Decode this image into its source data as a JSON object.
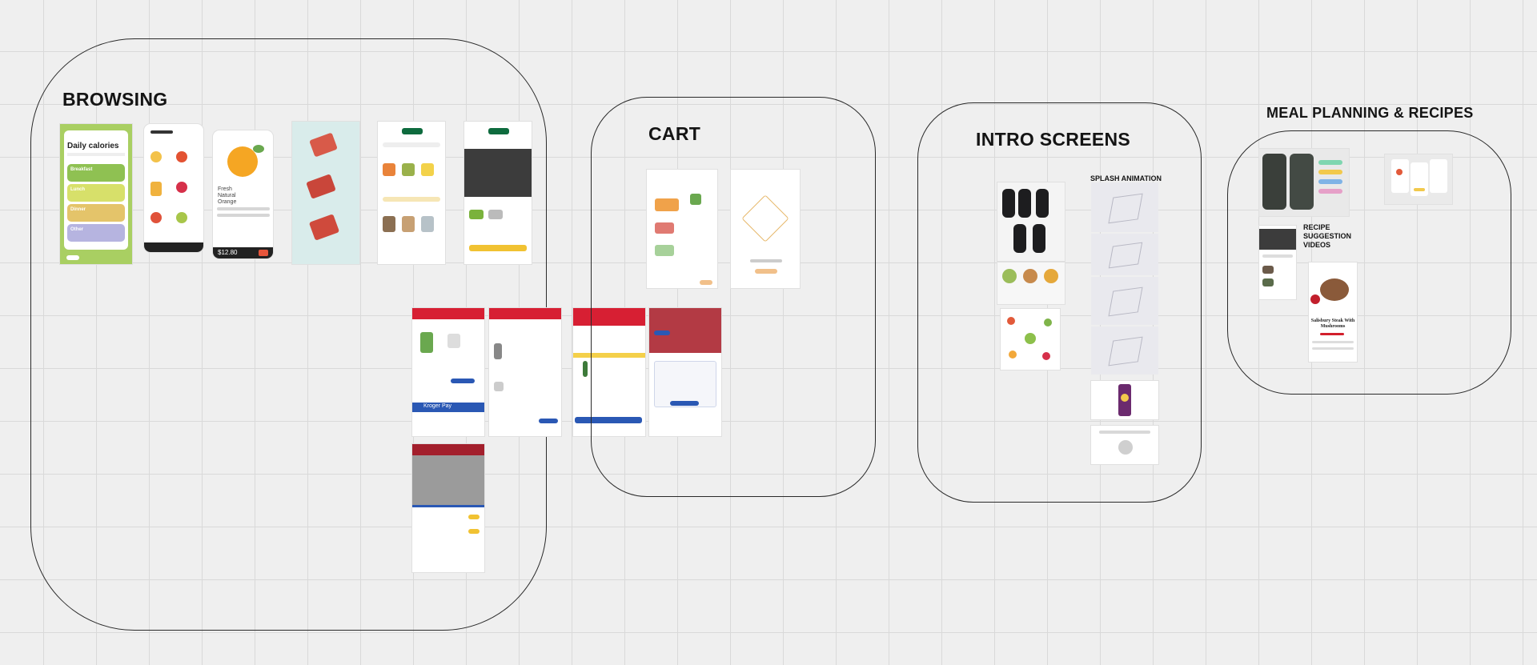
{
  "board": {
    "groups": {
      "browsing": {
        "title": "BROWSING"
      },
      "cart": {
        "title": "CART"
      },
      "intro": {
        "title": "INTRO SCREENS",
        "splash_label": "SPLASH ANIMATION"
      },
      "meal": {
        "title": "MEAL PLANNING & RECIPES",
        "recipe_label": "RECIPE SUGGESTION VIDEOS"
      }
    },
    "shots": {
      "daily_calories": {
        "title": "Daily calories",
        "meals": [
          "Breakfast",
          "Lunch",
          "Dinner",
          "Other"
        ]
      },
      "orange": {
        "name": "Fresh Natural Orange",
        "price": "$12.80"
      },
      "kroger_pay": {
        "label": "Kroger Pay"
      },
      "recipe": {
        "name": "Salisbury Steak With Mushrooms"
      }
    },
    "colors": {
      "green": "#a9cf62",
      "kroger_red": "#d71f33",
      "kroger_blue": "#2a58b4",
      "wholefoods_green": "#0e6b3e"
    }
  }
}
